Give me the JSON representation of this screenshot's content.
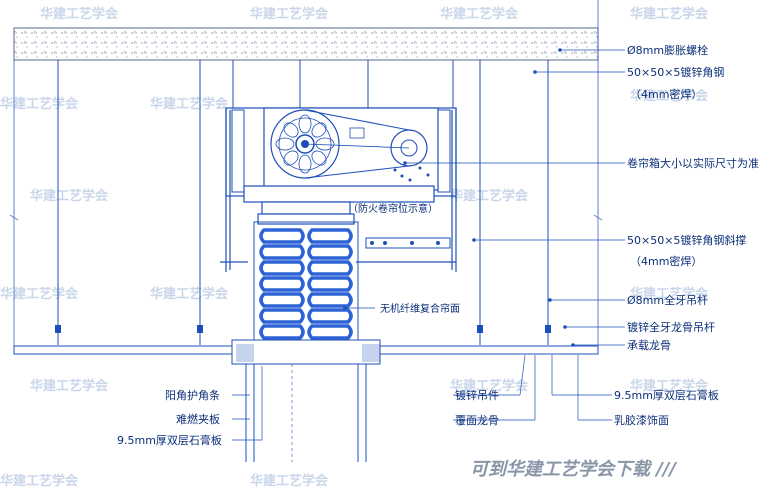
{
  "drawing": {
    "line_color": "#1d4fb8",
    "accent_color": "#2e63d6",
    "hatch_color": "#7d8da8",
    "text_color": "#0b2f7a"
  },
  "labels_right": [
    "Ø8mm膨胀螺栓",
    "50×50×5镀锌角钢",
    "（4mm密焊）",
    "卷帘箱大小以实际尺寸为准",
    "50×50×5镀锌角钢斜撑",
    "（4mm密焊）",
    "Ø8mm全牙吊杆",
    "镀锌全牙龙骨吊杆",
    "承载龙骨"
  ],
  "labels_bottom_right": [
    "镀锌吊件",
    "9.5mm厚双层石膏板",
    "覆面龙骨",
    "乳胶漆饰面"
  ],
  "labels_bottom_left": [
    "阳角护角条",
    "难燃夹板",
    "9.5mm厚双层石膏板"
  ],
  "labels_inner": {
    "curtain_position": "（防火卷帘位示意）",
    "curtain_fabric": "无机纤维复合帘面"
  },
  "watermark": "华建工艺学会",
  "footer": "可到华建工艺学会下载 ///"
}
